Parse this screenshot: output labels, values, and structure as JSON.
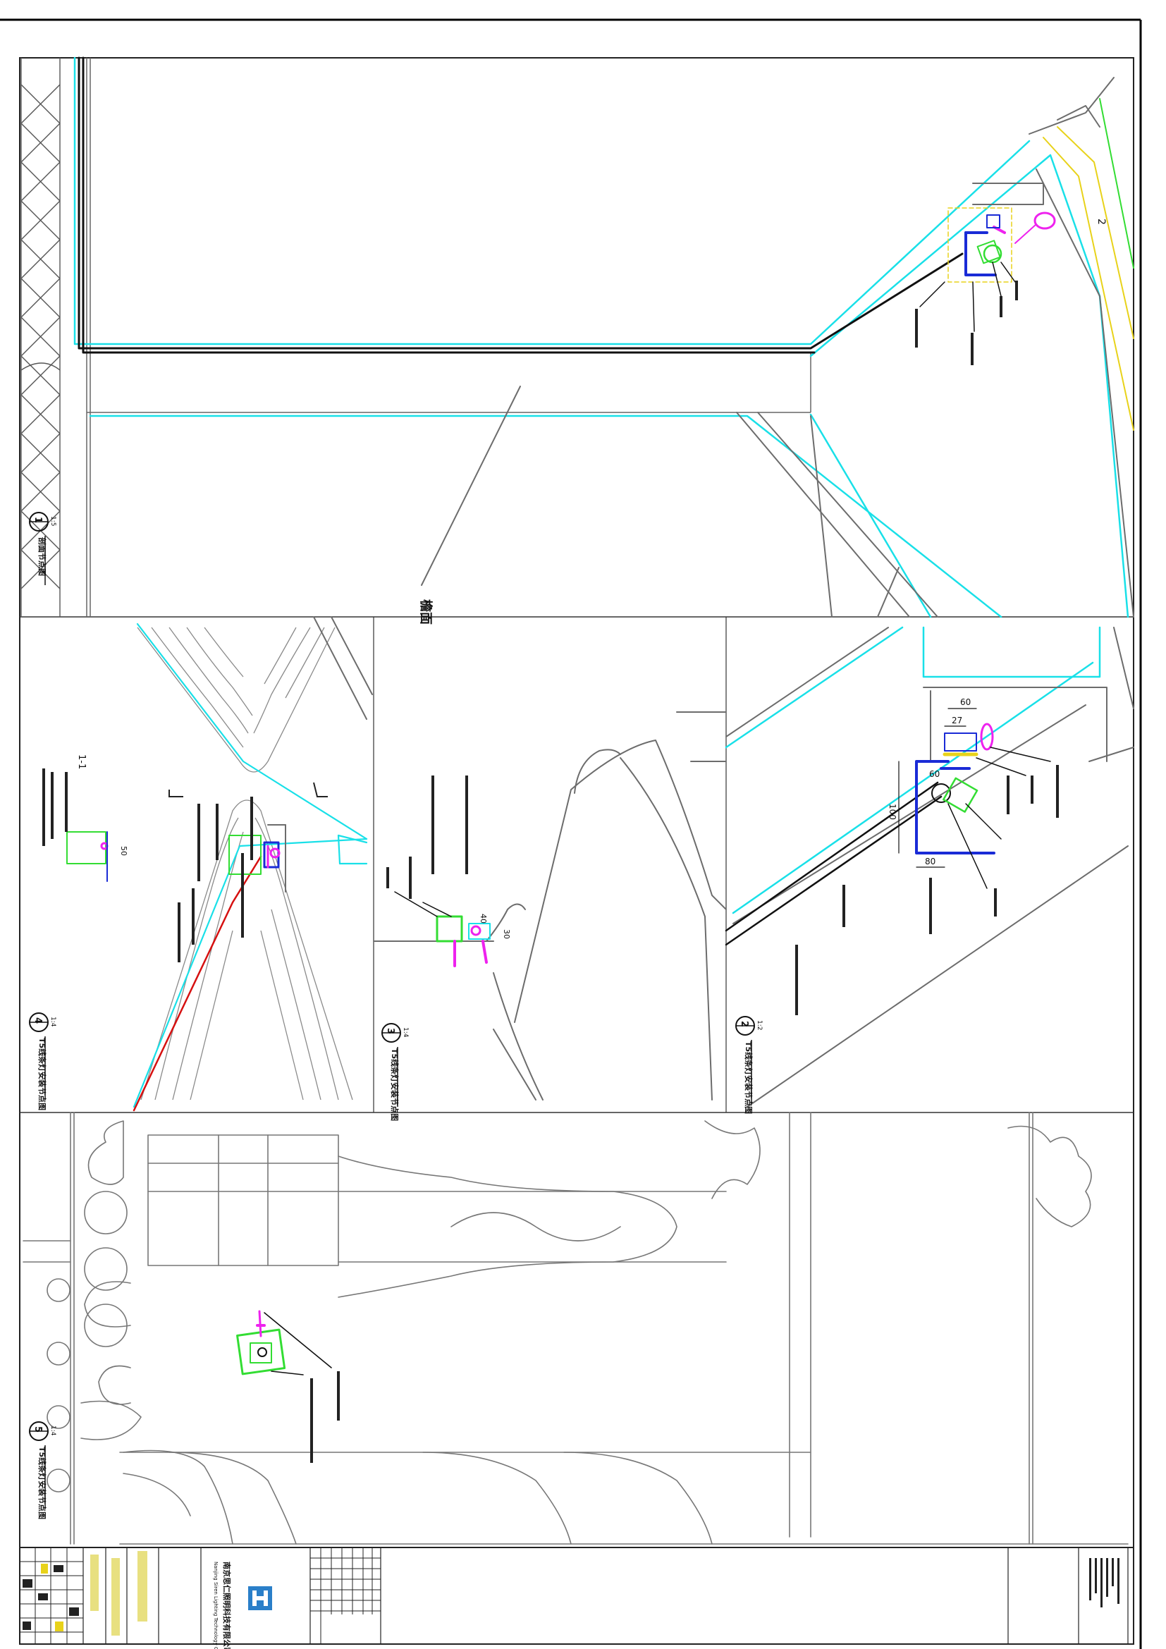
{
  "details": [
    {
      "number": "1",
      "scale": "1:5",
      "title": "剖面节点图"
    },
    {
      "number": "2",
      "scale": "1:2",
      "title": "T5线条灯安装节点图"
    },
    {
      "number": "3",
      "scale": "1:4",
      "title": "T5线条灯安装节点图"
    },
    {
      "number": "4",
      "scale": "1:4",
      "title": "T5线条灯安装节点图"
    },
    {
      "number": "5",
      "scale": "1:4",
      "title": "T5线条灯安装节点图"
    }
  ],
  "detail1": {
    "material_label": "檐面",
    "marker": "2"
  },
  "detail2": {
    "dims": [
      "60",
      "27",
      "100",
      "80",
      "60"
    ]
  },
  "detail3": {
    "dims": [
      "40",
      "30"
    ]
  },
  "detail4": {
    "section_mark": "1-1",
    "dim": "50"
  },
  "titleblock": {
    "company": "南京思仁照明科技有限公司",
    "company_en": "Nanjing Siren Lighting Technology Co., Ltd."
  },
  "colors": {
    "cyan": "#19e0e8",
    "green": "#33dd33",
    "blue": "#1a2bd6",
    "magenta": "#ee22ee",
    "red": "#d61010",
    "yellow": "#e8d21a",
    "gray": "#777777",
    "logo": "#2a7fc9"
  }
}
